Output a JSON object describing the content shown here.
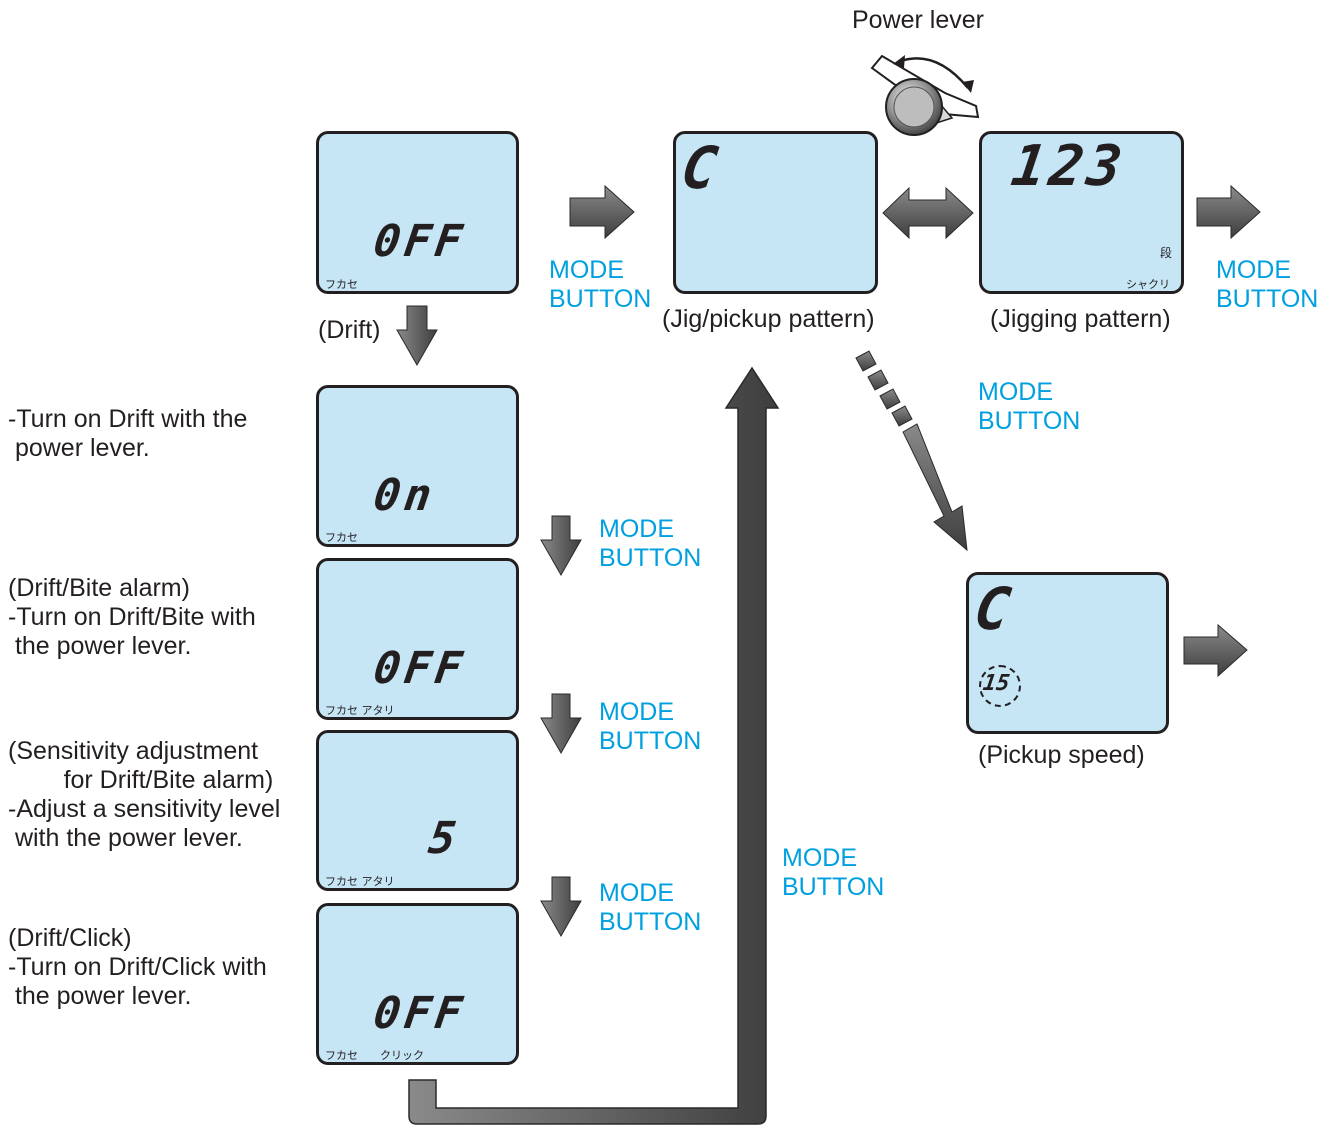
{
  "power_lever": {
    "label": "Power lever"
  },
  "mode_label": "MODE\nBUTTON",
  "displays": {
    "drift": {
      "value": "0FF",
      "tag": "フカセ"
    },
    "drift_on": {
      "value": "0n",
      "tag": "フカセ"
    },
    "drift_bite": {
      "value": "0FF",
      "tag": "フカセ アタリ"
    },
    "sensitivity": {
      "value": "5",
      "tag": "フカセ アタリ"
    },
    "drift_click": {
      "value": "0FF",
      "tag": "フカセ　　クリック"
    },
    "jig_pickup": {
      "value": "C"
    },
    "jigging": {
      "value": "123",
      "unit": "段",
      "tag": "シャクリ"
    },
    "pickup_speed": {
      "value": "C",
      "speed": "15"
    }
  },
  "captions": {
    "drift": "(Drift)",
    "jig_pickup": "(Jig/pickup pattern)",
    "jigging": "(Jigging pattern)",
    "pickup_speed": "(Pickup speed)"
  },
  "notes": {
    "drift_on": "-Turn on Drift with the\n power lever.",
    "drift_bite": "(Drift/Bite alarm)\n-Turn on Drift/Bite with\n the power lever.",
    "sensitivity": "(Sensitivity adjustment\n        for Drift/Bite alarm)\n-Adjust a sensitivity level\n with the power lever.",
    "drift_click": "(Drift/Click)\n-Turn on Drift/Click with\n the power lever."
  },
  "colors": {
    "lcd": "#c6e6f6",
    "accent": "#00a0e0",
    "arrow": "#5a5a5a",
    "text": "#231f20"
  }
}
